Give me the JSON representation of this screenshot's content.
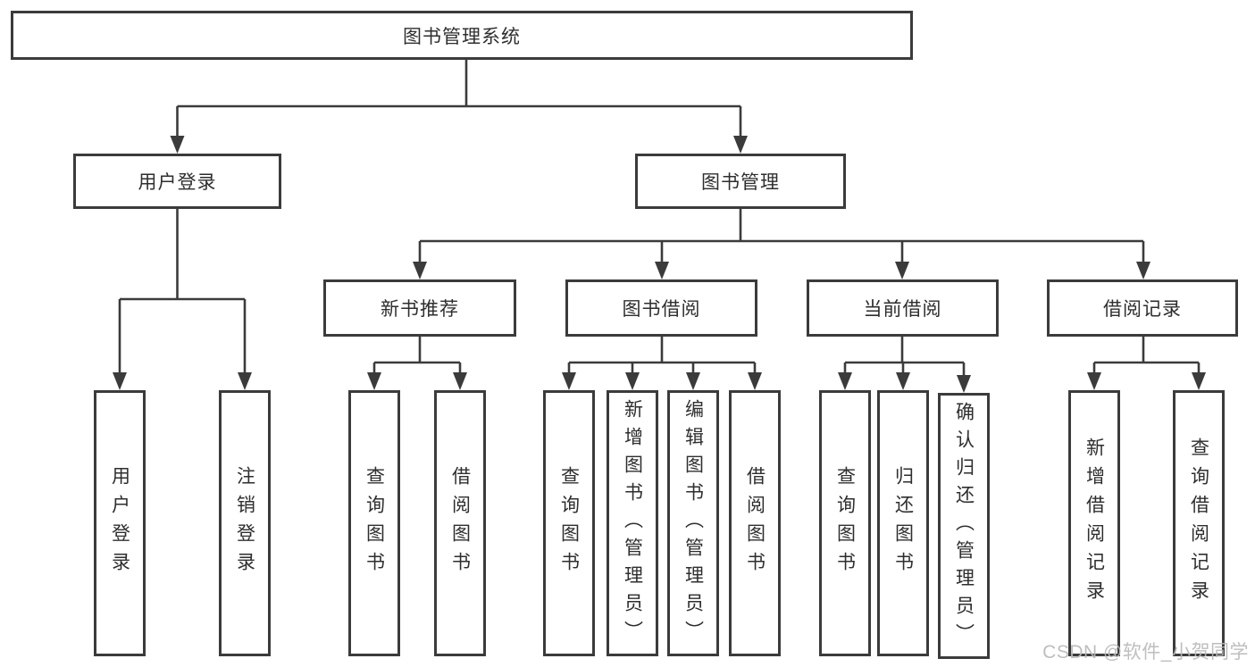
{
  "tree": {
    "label": "图书管理系统",
    "children": [
      {
        "label": "用户登录",
        "children": [
          {
            "label": "用户登录"
          },
          {
            "label": "注销登录"
          }
        ]
      },
      {
        "label": "图书管理",
        "children": [
          {
            "label": "新书推荐",
            "children": [
              {
                "label": "查询图书"
              },
              {
                "label": "借阅图书"
              }
            ]
          },
          {
            "label": "图书借阅",
            "children": [
              {
                "label": "查询图书"
              },
              {
                "label": "新增图书（管理员）"
              },
              {
                "label": "编辑图书（管理员）"
              },
              {
                "label": "借阅图书"
              }
            ]
          },
          {
            "label": "当前借阅",
            "children": [
              {
                "label": "查询图书"
              },
              {
                "label": "归还图书"
              },
              {
                "label": "确认归还（管理员）"
              }
            ]
          },
          {
            "label": "借阅记录",
            "children": [
              {
                "label": "新增借阅记录"
              },
              {
                "label": "查询借阅记录"
              }
            ]
          }
        ]
      }
    ]
  },
  "watermark": {
    "text": "CSDN @软件_小贺同学"
  },
  "colors": {
    "line": "#3b3b3b",
    "text": "#2e2e2e",
    "box-bg": "#ffffff",
    "background": "#ffffff",
    "watermark": "#b9b9b9"
  }
}
